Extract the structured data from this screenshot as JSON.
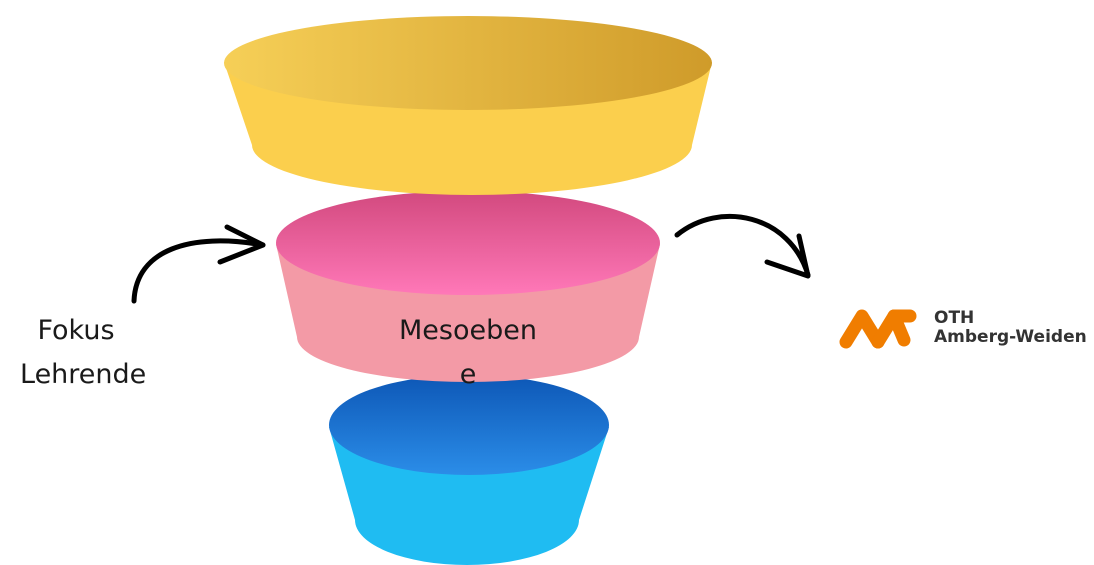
{
  "labels": {
    "left_line1": "Fokus",
    "left_line2": "Lehrende",
    "middle_line1": "Mesoeben",
    "middle_line2": "e"
  },
  "logo": {
    "line1": "OTH",
    "line2": "Amberg-Weiden",
    "color": "#f07d00"
  },
  "colors": {
    "top_tier": "#fbcf4d",
    "middle_tier": "#f39aa6",
    "bottom_tier": "#1fbcf2",
    "arrows": "#000000"
  }
}
